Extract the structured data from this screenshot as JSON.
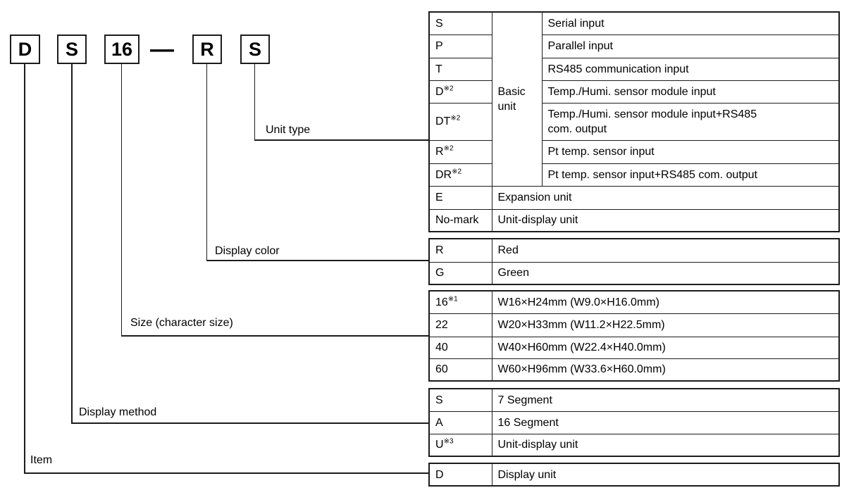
{
  "model_code": {
    "boxes": [
      {
        "label": "D"
      },
      {
        "label": "S"
      },
      {
        "label": "16"
      },
      {
        "label": "R"
      },
      {
        "label": "S"
      }
    ],
    "separator": "—"
  },
  "labels": {
    "unit_type": "Unit type",
    "display_color": "Display color",
    "size": "Size (character size)",
    "display_method": "Display method",
    "item": "Item"
  },
  "tables": {
    "unit_type": {
      "group_label": "Basic unit",
      "rows": [
        {
          "code": "S",
          "desc": "Serial input"
        },
        {
          "code": "P",
          "desc": "Parallel input"
        },
        {
          "code": "T",
          "desc": "RS485 communication input"
        },
        {
          "code": "D",
          "sup": "※2",
          "desc": "Temp./Humi. sensor module input"
        },
        {
          "code": "DT",
          "sup": "※2",
          "desc": "Temp./Humi. sensor module input+RS485",
          "desc2": "com. output"
        },
        {
          "code": "R",
          "sup": "※2",
          "desc": "Pt temp. sensor input"
        },
        {
          "code": "DR",
          "sup": "※2",
          "desc": "Pt temp. sensor input+RS485 com. output"
        },
        {
          "code": "E",
          "desc": "Expansion unit"
        },
        {
          "code": "No-mark",
          "desc": "Unit-display unit"
        }
      ]
    },
    "display_color": {
      "rows": [
        {
          "code": "R",
          "desc": "Red"
        },
        {
          "code": "G",
          "desc": "Green"
        }
      ]
    },
    "size": {
      "rows": [
        {
          "code": "16",
          "sup": "※1",
          "desc": "W16×H24mm (W9.0×H16.0mm)"
        },
        {
          "code": "22",
          "desc": "W20×H33mm (W11.2×H22.5mm)"
        },
        {
          "code": "40",
          "desc": "W40×H60mm (W22.4×H40.0mm)"
        },
        {
          "code": "60",
          "desc": "W60×H96mm (W33.6×H60.0mm)"
        }
      ]
    },
    "display_method": {
      "rows": [
        {
          "code": "S",
          "desc": "7 Segment"
        },
        {
          "code": "A",
          "desc": "16 Segment"
        },
        {
          "code": "U",
          "sup": "※3",
          "desc": "Unit-display unit"
        }
      ]
    },
    "item": {
      "rows": [
        {
          "code": "D",
          "desc": "Display unit"
        }
      ]
    }
  },
  "colors": {
    "line": "#1c1c1c",
    "text": "#000000",
    "background": "#ffffff"
  }
}
